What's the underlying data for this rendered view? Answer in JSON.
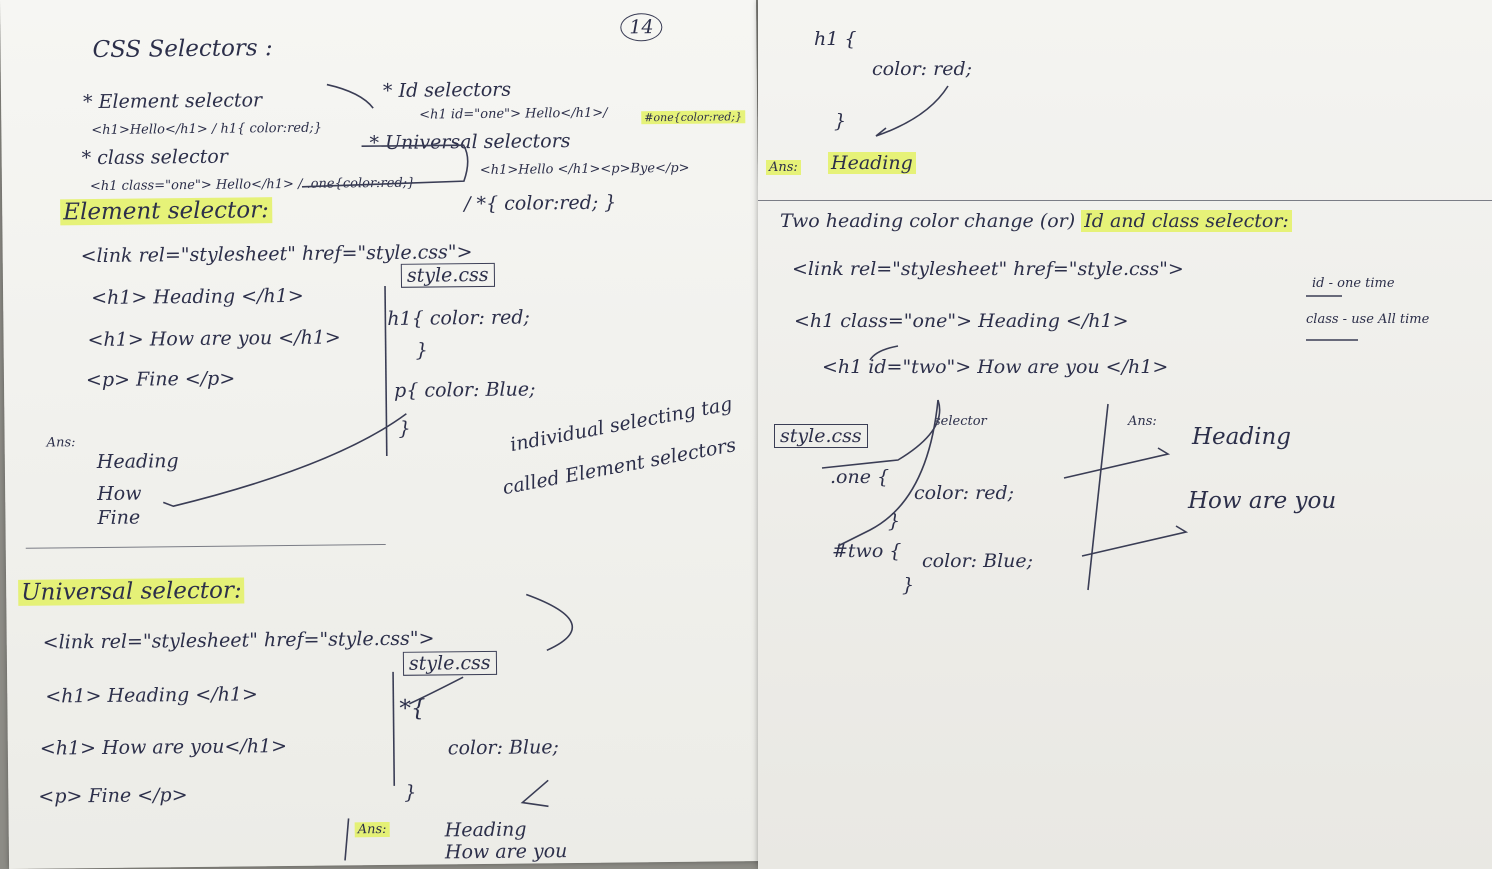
{
  "page_number": "14",
  "left": {
    "title": "CSS Selectors :",
    "overview": {
      "element_selector": "* Element selector",
      "element_example": "<h1>Hello</h1> / h1{ color:red;}",
      "class_selector": "* class selector",
      "class_example": "<h1 class=\"one\"> Hello</h1> / .one{color:red;}",
      "id_selectors": "* Id selectors",
      "id_example": "<h1 id=\"one\"> Hello</h1>/",
      "id_css": "#one{color:red;}",
      "universal_selectors": "* Universal selectors",
      "universal_example": "<h1>Hello </h1><p>Bye</p>",
      "universal_css": "/ *{ color:red; }"
    },
    "element_section": {
      "heading": "Element selector:",
      "link": "<link rel=\"stylesheet\" href=\"style.css\">",
      "html": [
        "<h1> Heading </h1>",
        "<h1> How are you </h1>",
        "<p> Fine </p>"
      ],
      "css_label": "style.css",
      "css": [
        "h1{ color: red;",
        "}",
        "p{ color: Blue;",
        "}"
      ],
      "note": [
        "individual selecting tag",
        "called Element selectors"
      ],
      "ans_label": "Ans:",
      "ans": [
        "Heading",
        "How",
        "Fine"
      ]
    },
    "universal_section": {
      "heading": "Universal selector:",
      "link": "<link rel=\"stylesheet\" href=\"style.css\">",
      "html": [
        "<h1> Heading </h1>",
        "<h1> How are you</h1>",
        "<p> Fine </p>"
      ],
      "css_label": "style.css",
      "css": [
        "*{",
        "color: Blue;",
        "}"
      ],
      "ans_label": "Ans:",
      "ans": [
        "Heading",
        "How are you"
      ]
    }
  },
  "right": {
    "example": {
      "css": [
        "h1 {",
        "color: red;",
        "}"
      ],
      "ans_label": "Ans:",
      "ans": "Heading"
    },
    "two_heading": {
      "heading_prefix": "Two heading color change (or)",
      "heading_highlight": "Id and class selector:",
      "link": "<link rel=\"stylesheet\" href=\"style.css\">",
      "html": [
        "<h1 class=\"one\"> Heading </h1>",
        "<h1 id=\"two\"> How are you </h1>"
      ],
      "side_note": [
        "id - one time",
        "class - use All time"
      ],
      "css_label": "style.css",
      "selector_note": "selector",
      "css": [
        ".one {",
        "color: red;",
        "}",
        "#two {",
        "color: Blue;",
        "}"
      ],
      "ans_label": "Ans:",
      "ans": [
        "Heading",
        "How are you"
      ]
    }
  },
  "colors": {
    "ink": "#2c2f4a",
    "highlight": "#e2f250",
    "paper": "#f3f3ef"
  }
}
